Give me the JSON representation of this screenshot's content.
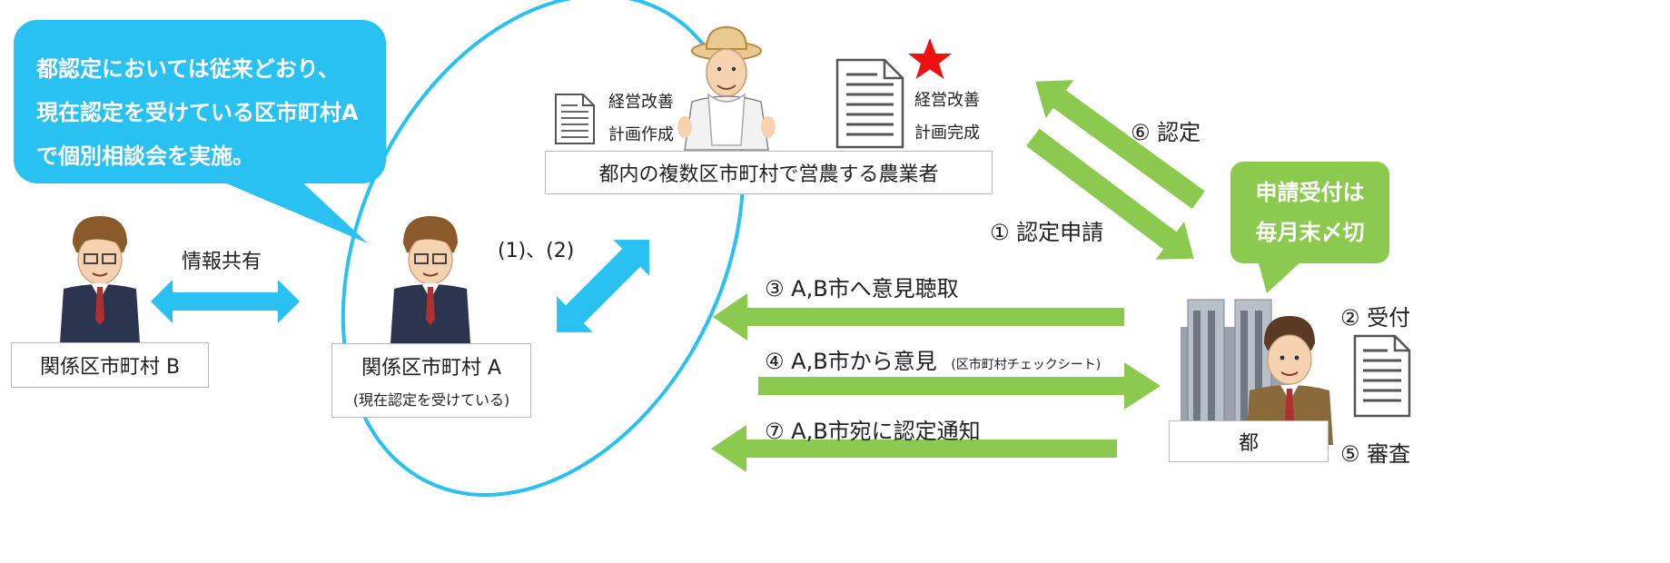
{
  "callout_blue": {
    "lines": [
      "都認定においては従来どおり、",
      "現在認定を受けている区市町村A",
      "で個別相談会を実施。"
    ]
  },
  "callout_green": {
    "lines": [
      "申請受付は",
      "毎月末〆切"
    ]
  },
  "actors": {
    "city_b": "関係区市町村 B",
    "city_a": "関係区市町村 A",
    "city_a_note": "(現在認定を受けている)",
    "farmer": "都内の複数区市町村で営農する農業者",
    "metro": "都"
  },
  "docs": {
    "plan_draft_1": "経営改善",
    "plan_draft_2": "計画作成",
    "plan_done_1": "経営改善",
    "plan_done_2": "計画完成"
  },
  "arrows": {
    "info_share": "情報共有",
    "consult": "(1)、(2)",
    "step1": "① 認定申請",
    "step2": "② 受付",
    "step3": "③ A,B市へ意見聴取",
    "step4": "④ A,B市から意見",
    "step4_note": "(区市町村チェックシート)",
    "step5": "⑤ 審査",
    "step6": "⑥ 認定",
    "step7": "⑦ A,B市宛に認定通知"
  },
  "colors": {
    "blue": "#29c0f2",
    "green": "#8cc94f",
    "star": "#ee1111"
  }
}
